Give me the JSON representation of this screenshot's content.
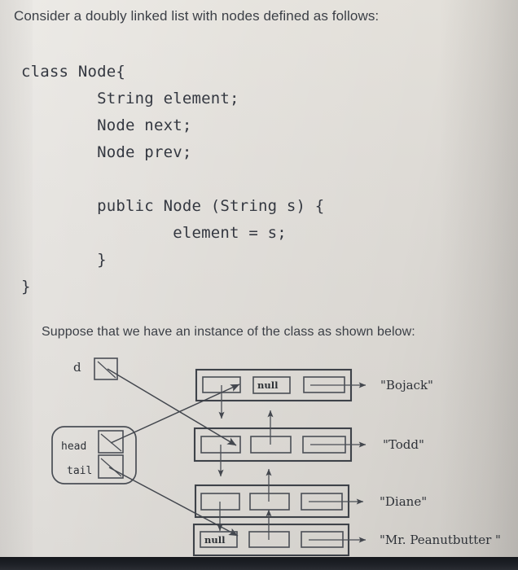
{
  "document": {
    "intro": "Consider a doubly linked list with nodes defined as follows:",
    "code": "class Node{\n        String element;\n        Node next;\n        Node prev;\n\n        public Node (String s) {\n                element = s;\n        }\n}",
    "suppose": "Suppose that we have an instance of the class as shown below:"
  },
  "diagram": {
    "variable_label": "d",
    "list_object": {
      "field_head": "head",
      "field_tail": "tail"
    },
    "null_text": "null",
    "nodes": [
      {
        "next": "pointer",
        "prev": "null",
        "element": "\"Bojack\""
      },
      {
        "next": "pointer",
        "prev": "pointer",
        "element": "\"Todd\""
      },
      {
        "next": "pointer",
        "prev": "pointer",
        "element": "\"Diane\""
      },
      {
        "next": "null",
        "prev": "pointer",
        "element": "\"Mr. Peanutbutter \""
      }
    ]
  },
  "colors": {
    "paper": "#dedbd6",
    "ink": "#3b3f46",
    "stroke": "#43474e",
    "bottom_bar": "#1d2026"
  }
}
